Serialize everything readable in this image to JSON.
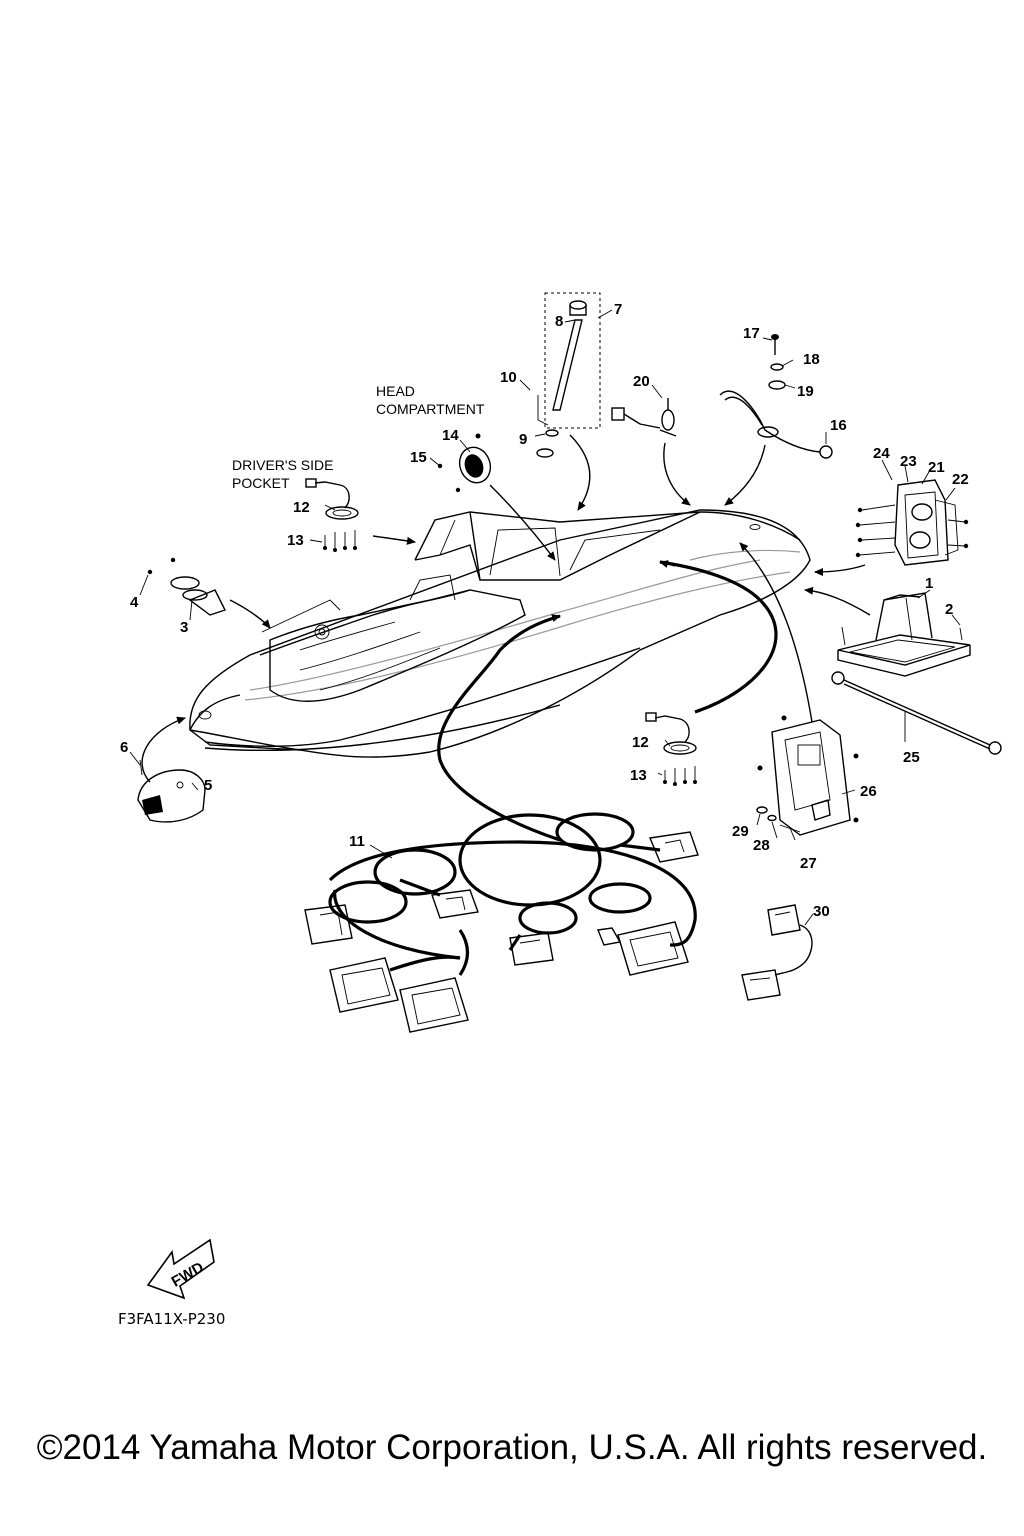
{
  "diagram": {
    "area_labels": {
      "head_compartment_line1": "HEAD",
      "head_compartment_line2": "COMPARTMENT",
      "drivers_pocket_line1": "DRIVER'S SIDE",
      "drivers_pocket_line2": "POCKET"
    },
    "callouts": [
      "1",
      "2",
      "3",
      "4",
      "5",
      "6",
      "7",
      "8",
      "9",
      "10",
      "11",
      "12",
      "12",
      "13",
      "13",
      "14",
      "15",
      "16",
      "17",
      "18",
      "19",
      "20",
      "21",
      "22",
      "23",
      "24",
      "25",
      "26",
      "27",
      "28",
      "29",
      "30"
    ],
    "fwd_label": "FWD",
    "drawing_code": "F3FA11X-P230"
  },
  "footer": {
    "copyright": "©2014 Yamaha Motor Corporation, U.S.A. All rights reserved."
  }
}
